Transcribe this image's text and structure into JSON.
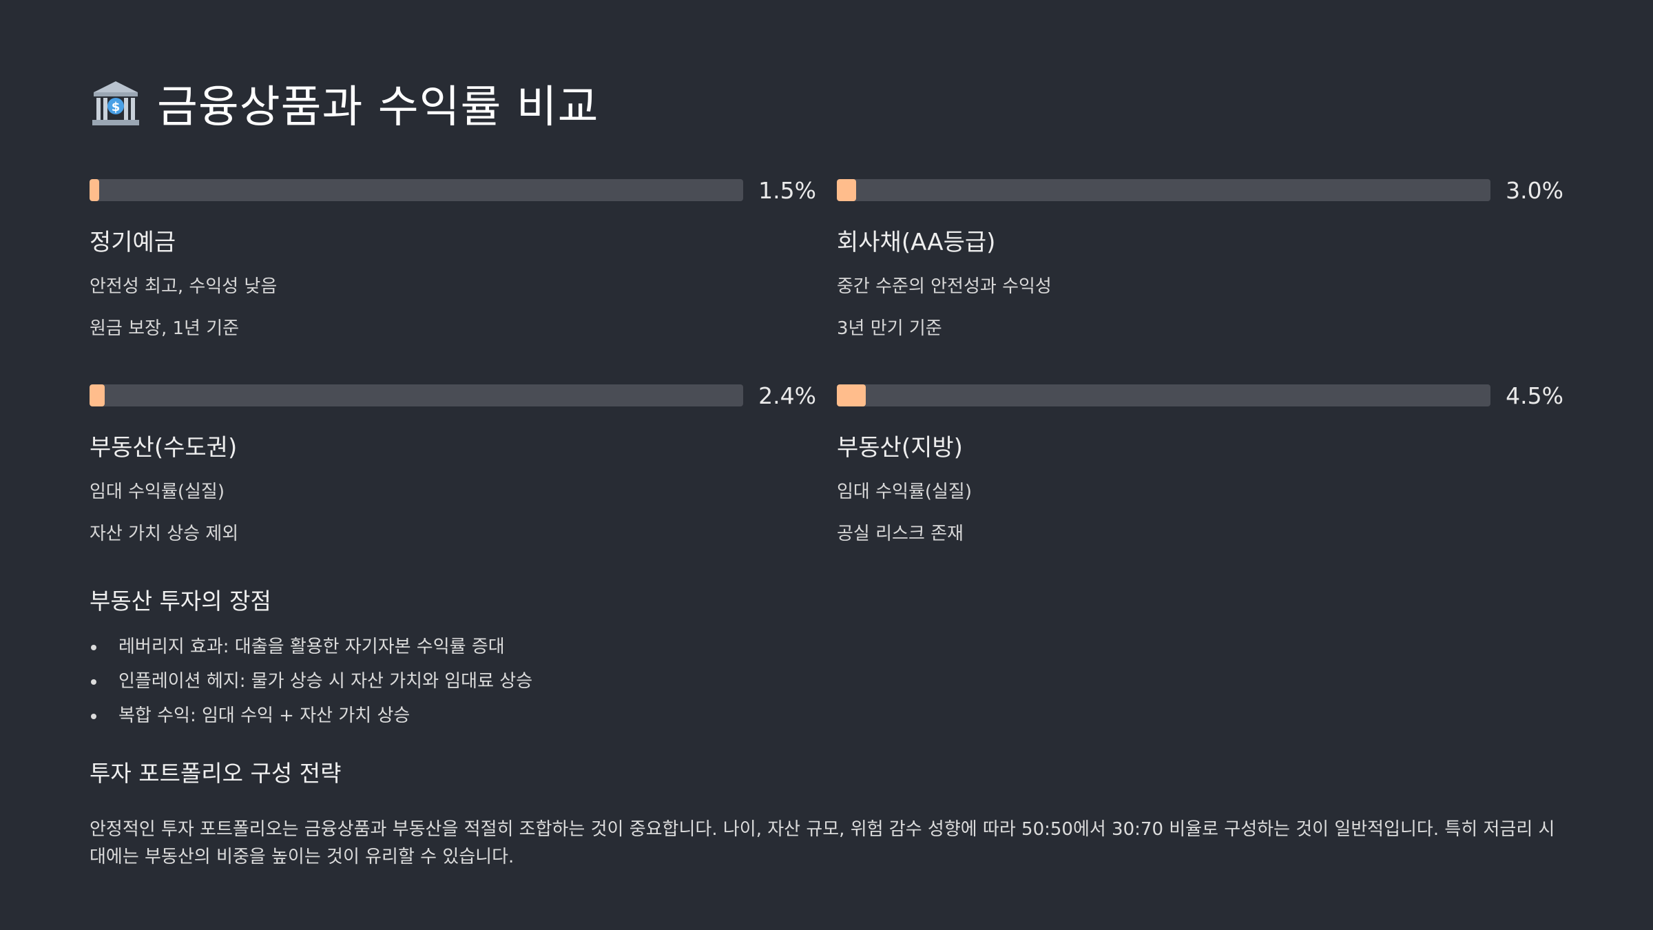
{
  "title": {
    "icon": "bank-icon",
    "text": "금융상품과 수익률 비교"
  },
  "colors": {
    "background": "#282c34",
    "bar_track": "#4a4d55",
    "bar_fill": "#ffbd8c"
  },
  "products": [
    {
      "value_label": "1.5%",
      "rate": 1.5,
      "name": "정기예금",
      "line1": "안전성 최고, 수익성 낮음",
      "line2": "원금 보장, 1년 기준"
    },
    {
      "value_label": "3.0%",
      "rate": 3.0,
      "name": "회사채(AA등급)",
      "line1": "중간 수준의 안전성과 수익성",
      "line2": "3년 만기 기준"
    },
    {
      "value_label": "2.4%",
      "rate": 2.4,
      "name": "부동산(수도권)",
      "line1": "임대 수익률(실질)",
      "line2": "자산 가치 상승 제외"
    },
    {
      "value_label": "4.5%",
      "rate": 4.5,
      "name": "부동산(지방)",
      "line1": "임대 수익률(실질)",
      "line2": "공실 리스크 존재"
    }
  ],
  "advantages": {
    "heading": "부동산 투자의 장점",
    "items": [
      "레버리지 효과: 대출을 활용한 자기자본 수익률 증대",
      "인플레이션 헤지: 물가 상승 시 자산 가치와 임대료 상승",
      "복합 수익: 임대 수익 + 자산 가치 상승"
    ]
  },
  "strategy": {
    "heading": "투자 포트폴리오 구성 전략",
    "paragraph": "안정적인 투자 포트폴리오는 금융상품과 부동산을 적절히 조합하는 것이 중요합니다. 나이, 자산 규모, 위험 감수 성향에 따라 50:50에서 30:70 비율로 구성하는 것이 일반적입니다. 특히 저금리 시대에는 부동산의 비중을 높이는 것이 유리할 수 있습니다."
  }
}
